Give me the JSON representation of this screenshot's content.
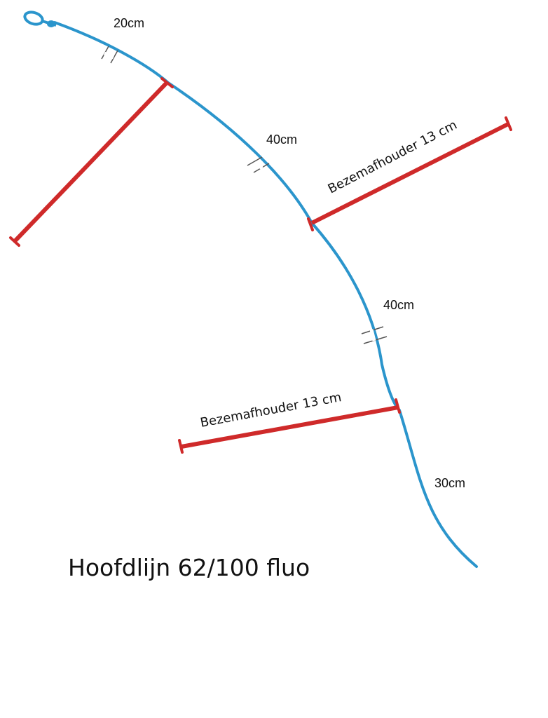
{
  "diagram": {
    "colors": {
      "main_line": "#2b95cc",
      "snood": "#cf2a2a",
      "text": "#111111",
      "background": "#ffffff"
    },
    "segments": [
      {
        "id": "seg-1",
        "label": "20cm"
      },
      {
        "id": "seg-2",
        "label": "40cm"
      },
      {
        "id": "seg-3",
        "label": "40cm"
      },
      {
        "id": "seg-4",
        "label": "30cm"
      }
    ],
    "snoods": [
      {
        "id": "snood-1",
        "label": ""
      },
      {
        "id": "snood-2",
        "label": "Bezemafhouder 13 cm"
      },
      {
        "id": "snood-3",
        "label": "Bezemafhouder 13 cm"
      }
    ],
    "title": "Hoofdlijn 62/100 fluo",
    "icons": {
      "loop": "loop-knot-icon",
      "break": "line-break-icon"
    }
  }
}
